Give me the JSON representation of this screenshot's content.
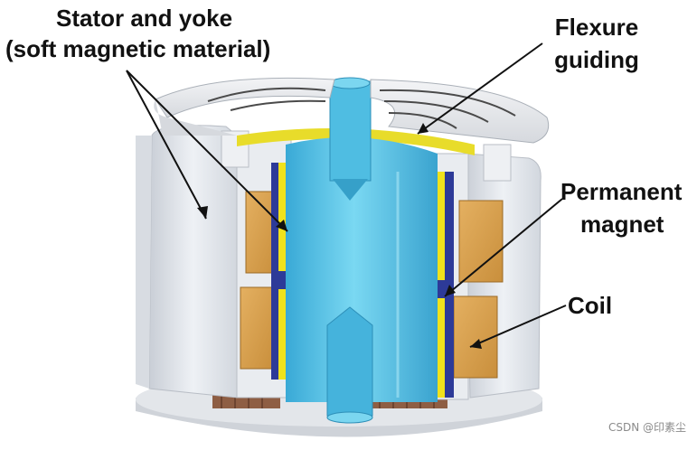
{
  "labels": {
    "stator_line1": "Stator and yoke",
    "stator_line2": "(soft magnetic material)",
    "flexure_line1": "Flexure",
    "flexure_line2": "guiding",
    "magnet_line1": "Permanent",
    "magnet_line2": "magnet",
    "coil": "Coil"
  },
  "watermark": "CSDN @印素尘",
  "colors": {
    "background": "#ffffff",
    "stator": "#dfe3e8",
    "shaft": "#5ec8e8",
    "coil": "#d9a24e",
    "magnet_blue": "#2c3e9c",
    "magnet_yellow": "#f0e21c",
    "copper": "#9a6a4a",
    "text": "#111111"
  }
}
